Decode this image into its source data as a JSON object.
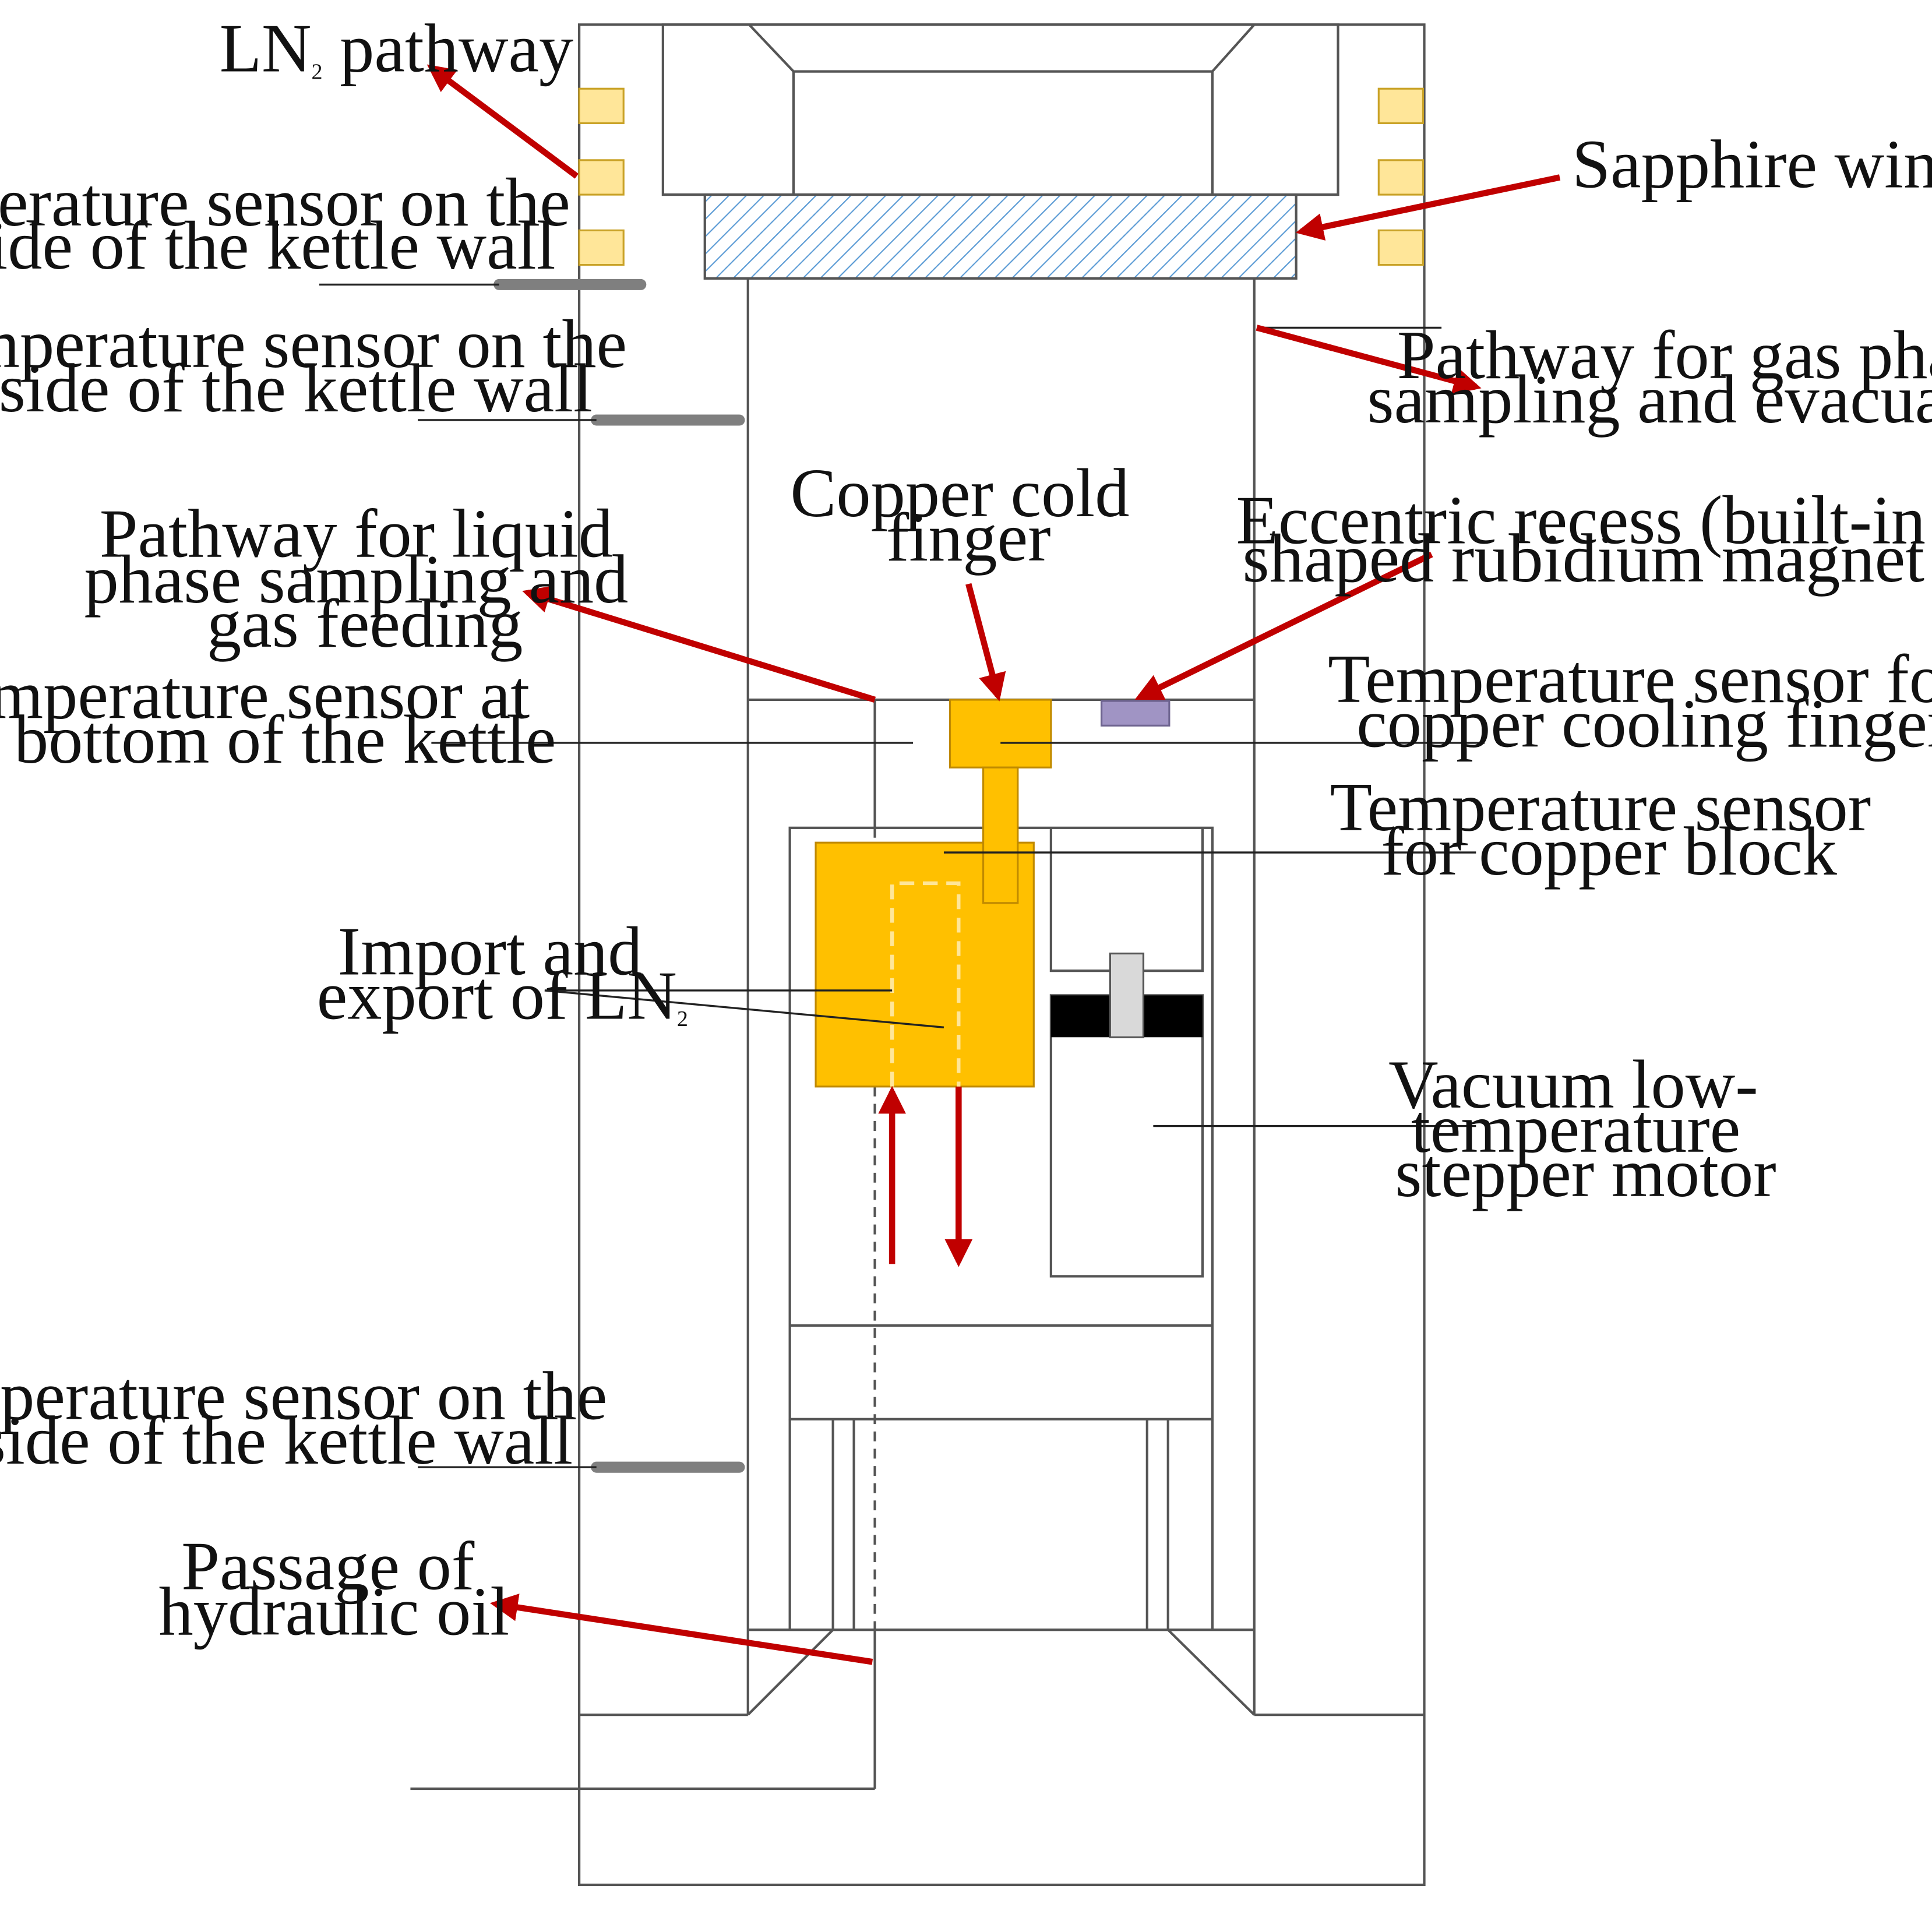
{
  "labels": {
    "ln2_pathway": [
      "LN",
      "2",
      " pathway"
    ],
    "sensor_outside_wall": [
      "Temperature sensor on the",
      "outside of the kettle wall"
    ],
    "sensor_inside_wall_top": [
      "Temperature sensor on the",
      "inside of the kettle wall"
    ],
    "liquid_phase_pathway": [
      "Pathway for liquid",
      "phase sampling and",
      "gas feeding"
    ],
    "sensor_bottom": [
      "Temperature sensor at",
      "the bottom of the kettle"
    ],
    "import_export_ln2": [
      "Import and",
      "export of LN",
      "2"
    ],
    "sensor_inside_wall_bottom": [
      "Temperature sensor on the",
      "inside of the kettle wall"
    ],
    "hydraulic_oil": [
      "Passage of",
      "hydraulic oil"
    ],
    "sapphire_window": "Sapphire window",
    "gas_phase_pathway": [
      "Pathway for gas phase",
      "sampling and evacuation"
    ],
    "copper_cold_finger": [
      "Copper cold",
      "finger"
    ],
    "eccentric_recess": [
      "Eccentric recess (built-in cross-",
      "shaped rubidium magnet rotor)"
    ],
    "sensor_cooling_finger": [
      "Temperature sensor for",
      "copper cooling finger"
    ],
    "sensor_copper_block": [
      "Temperature sensor",
      "for copper block"
    ],
    "stepper_motor": [
      "Vacuum low-",
      "temperature",
      "stepper motor"
    ]
  },
  "colors": {
    "outline": "#555555",
    "arrow": "#c00000",
    "copper": "#ffc000",
    "copper_edge": "#c08a00",
    "ln2_pad": "#ffe699",
    "ln2_pad_edge": "#c9a227",
    "sapphire_hatch": "#5b9bd5",
    "sensor": "#7f7f7f",
    "magnet": "#a094c4",
    "motor_band": "#000000",
    "motor_shaft": "#d9d9d9",
    "inner_channel": "#ffe699"
  }
}
